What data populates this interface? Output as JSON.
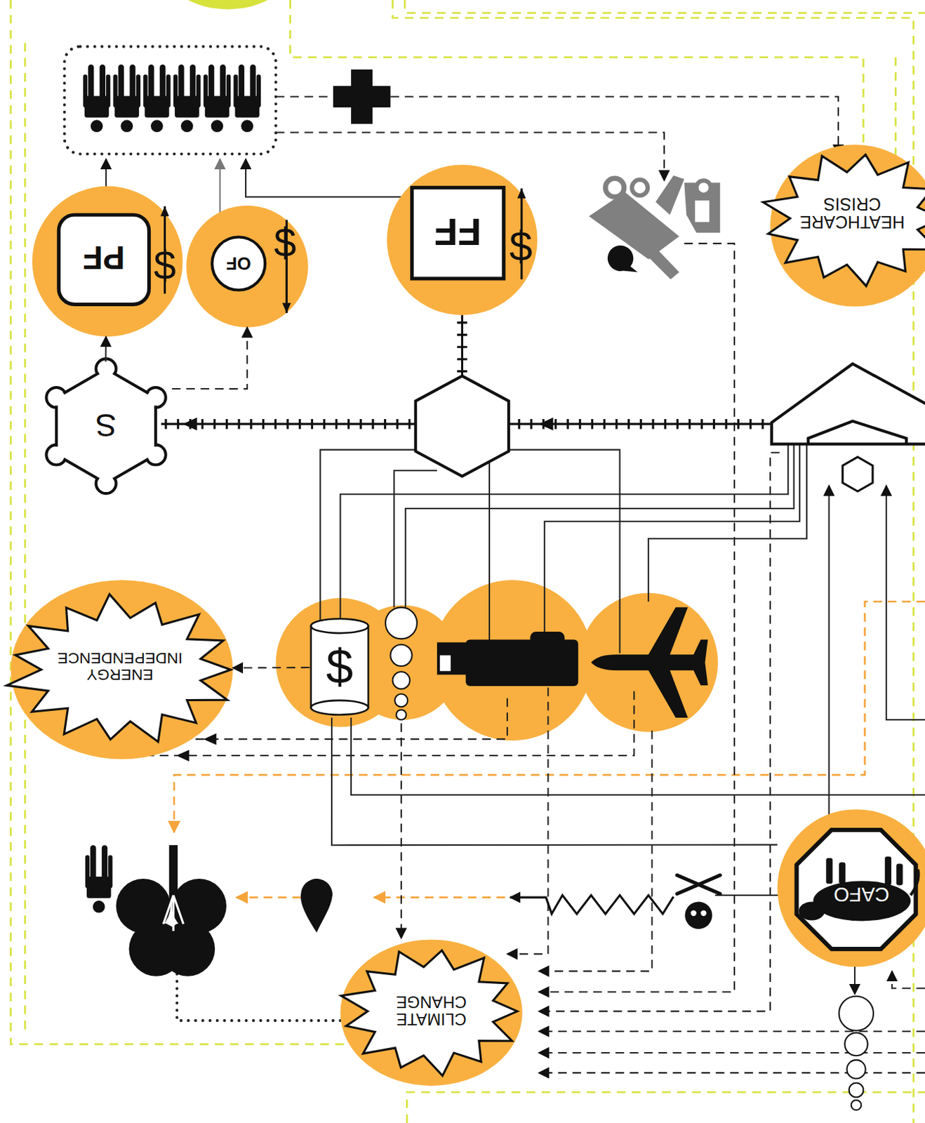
{
  "diagram": {
    "nodes": [
      {
        "text": [
          "PF",
          "$"
        ]
      },
      {
        "text": [
          "OF",
          "$"
        ]
      },
      {
        "text": [
          "FF",
          "$"
        ]
      },
      {
        "text": [
          "HEATHCARE CRISIS"
        ]
      },
      {
        "text": [
          "S"
        ]
      },
      {
        "text": [
          "ENERGY INDEPENDENCE"
        ]
      },
      {
        "text": [
          "$"
        ]
      },
      {
        "text": [
          "CAFO"
        ]
      },
      {
        "text": [
          "CLIMATE CHANGE"
        ]
      }
    ],
    "edges": [
      {
        "from": 4,
        "to": 0,
        "arrow": "to"
      },
      {
        "from": 4,
        "to": 1,
        "arrow": "to"
      },
      {
        "from": 6,
        "to": 5,
        "arrow": "to"
      },
      {
        "from": 6,
        "to": 7,
        "arrow": "none"
      }
    ]
  }
}
